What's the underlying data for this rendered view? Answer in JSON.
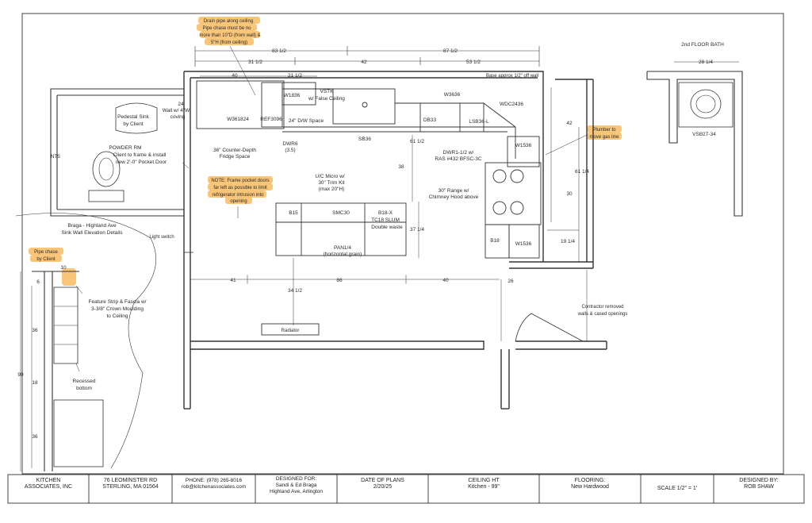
{
  "notes": {
    "drain_line1": "Drain pipe along ceiling",
    "drain_line2": "Pipe chase must be no",
    "drain_line3": "more than 10\"D (from wall) &",
    "drain_line4": "5\"H (from ceiling)",
    "plumber_line1": "Plumber to",
    "plumber_line2": "move gas line",
    "pipe_chase_line1": "Pipe chase",
    "pipe_chase_line2": "by Client",
    "pocket_line1": "NOTE: Frame pocket doors",
    "pocket_line2": "far left as possible to limit",
    "pocket_line3": "refrigerator intrusion into",
    "pocket_line4": "opening",
    "contractor_line1": "Contractor removed",
    "contractor_line2": "walls & cased openings",
    "base_wall": "Base approx 1/2\" off wall",
    "light_switch": "Light switch",
    "radiator": "Radiator",
    "nts": "NTS"
  },
  "dims": {
    "top_83": "83 1/2",
    "top_87": "87 1/2",
    "top_31": "31 1/2",
    "top_42": "42",
    "top_53": "53 1/2",
    "d40": "40",
    "d21": "21 1/2",
    "d42": "42",
    "d61": "61 1/2",
    "d38": "38",
    "d37": "37 1/4",
    "d61b": "61 1/4",
    "d30": "30",
    "d19": "19 1/4",
    "d26": "26",
    "d41": "41",
    "d86": "86",
    "d40b": "40",
    "d34": "34 1/2",
    "d24": "24",
    "bath_28": "28 1/4",
    "e10": "10",
    "e6": "6",
    "e36a": "36",
    "e99": "99",
    "e18": "18",
    "e36b": "36"
  },
  "labels": {
    "w3618": "W361824",
    "ref": "REF3096",
    "w1836": "W1836",
    "vstk1": "VSTK",
    "vstk2": "w/ False Ceiling",
    "dw": "24\" D/W Space",
    "sb36": "SB36",
    "w3636": "W3636",
    "wdc": "WDC2436",
    "db33": "DB33",
    "lsb": "LSB36-L",
    "dwr6a": "DWR6",
    "dwr6b": "(3.5)",
    "fridge1": "36\" Counter-Depth",
    "fridge2": "Fridge Space",
    "micro1": "U/C Micro w/",
    "micro2": "30\" Trim Kit",
    "micro3": "(max 20\"H)",
    "w1536a": "W1536",
    "dwr1": "DWR1-1/2 w/",
    "dwr2": "RAS #432 BFSC-3C",
    "range1": "30\" Range w/",
    "range2": "Chimney Hood above",
    "b15": "B15",
    "smc": "SMC30",
    "b18x": "B18-X",
    "tc18": "TC18 SLUM",
    "double": "Double waste",
    "pan1": "PAN1/4",
    "pan2": "(horizontal grain)",
    "b18": "B18",
    "w1536b": "W1536",
    "pedestal1": "Pedestal Sink",
    "pedestal2": "by Client",
    "powder1": "POWDER RM",
    "powder2": "Client to frame & install",
    "powder3": "new 2'-0\" Pocket Door",
    "wc1": "Wall w/ 4\"W",
    "wc2": "coving",
    "bath_title": "2nd FLOOR BATH",
    "vsb": "VSB27-34",
    "elev1": "Braga - Highland Ave",
    "elev2": "Sink Wall Elevation Details",
    "feature1": "Feature Strip & Fascia w/",
    "feature2": "3-3/8\" Crown Moulding",
    "feature3": "to Ceiling",
    "recess1": "Recessed",
    "recess2": "bottom"
  },
  "titleblock": {
    "c1_l1": "KITCHEN",
    "c1_l2": "ASSOCIATES, INC",
    "c2_l1": "76 LEOMINSTER RD",
    "c2_l2": "STERLING, MA 01564",
    "c3_l1": "PHONE: (978) 265-8016",
    "c3_l2": "rob@kitchenassociates.com",
    "c4_l1": "DESIGNED FOR:",
    "c4_l2": "Sandi & Ed Braga",
    "c4_l3": "Highland Ave, Arlington",
    "c5_l1": "DATE OF PLANS",
    "c5_l2": "2/20/25",
    "c6_l1": "CEILING HT",
    "c6_l2": "Kitchen - 99\"",
    "c7_l1": "FLOORING:",
    "c7_l2": "New Hardwood",
    "c8_l1": "SCALE 1/2\" = 1'",
    "c9_l1": "DESIGNED BY:",
    "c9_l2": "ROB SHAW"
  },
  "colors": {
    "highlight": "#f7b24d",
    "line": "#333333"
  }
}
